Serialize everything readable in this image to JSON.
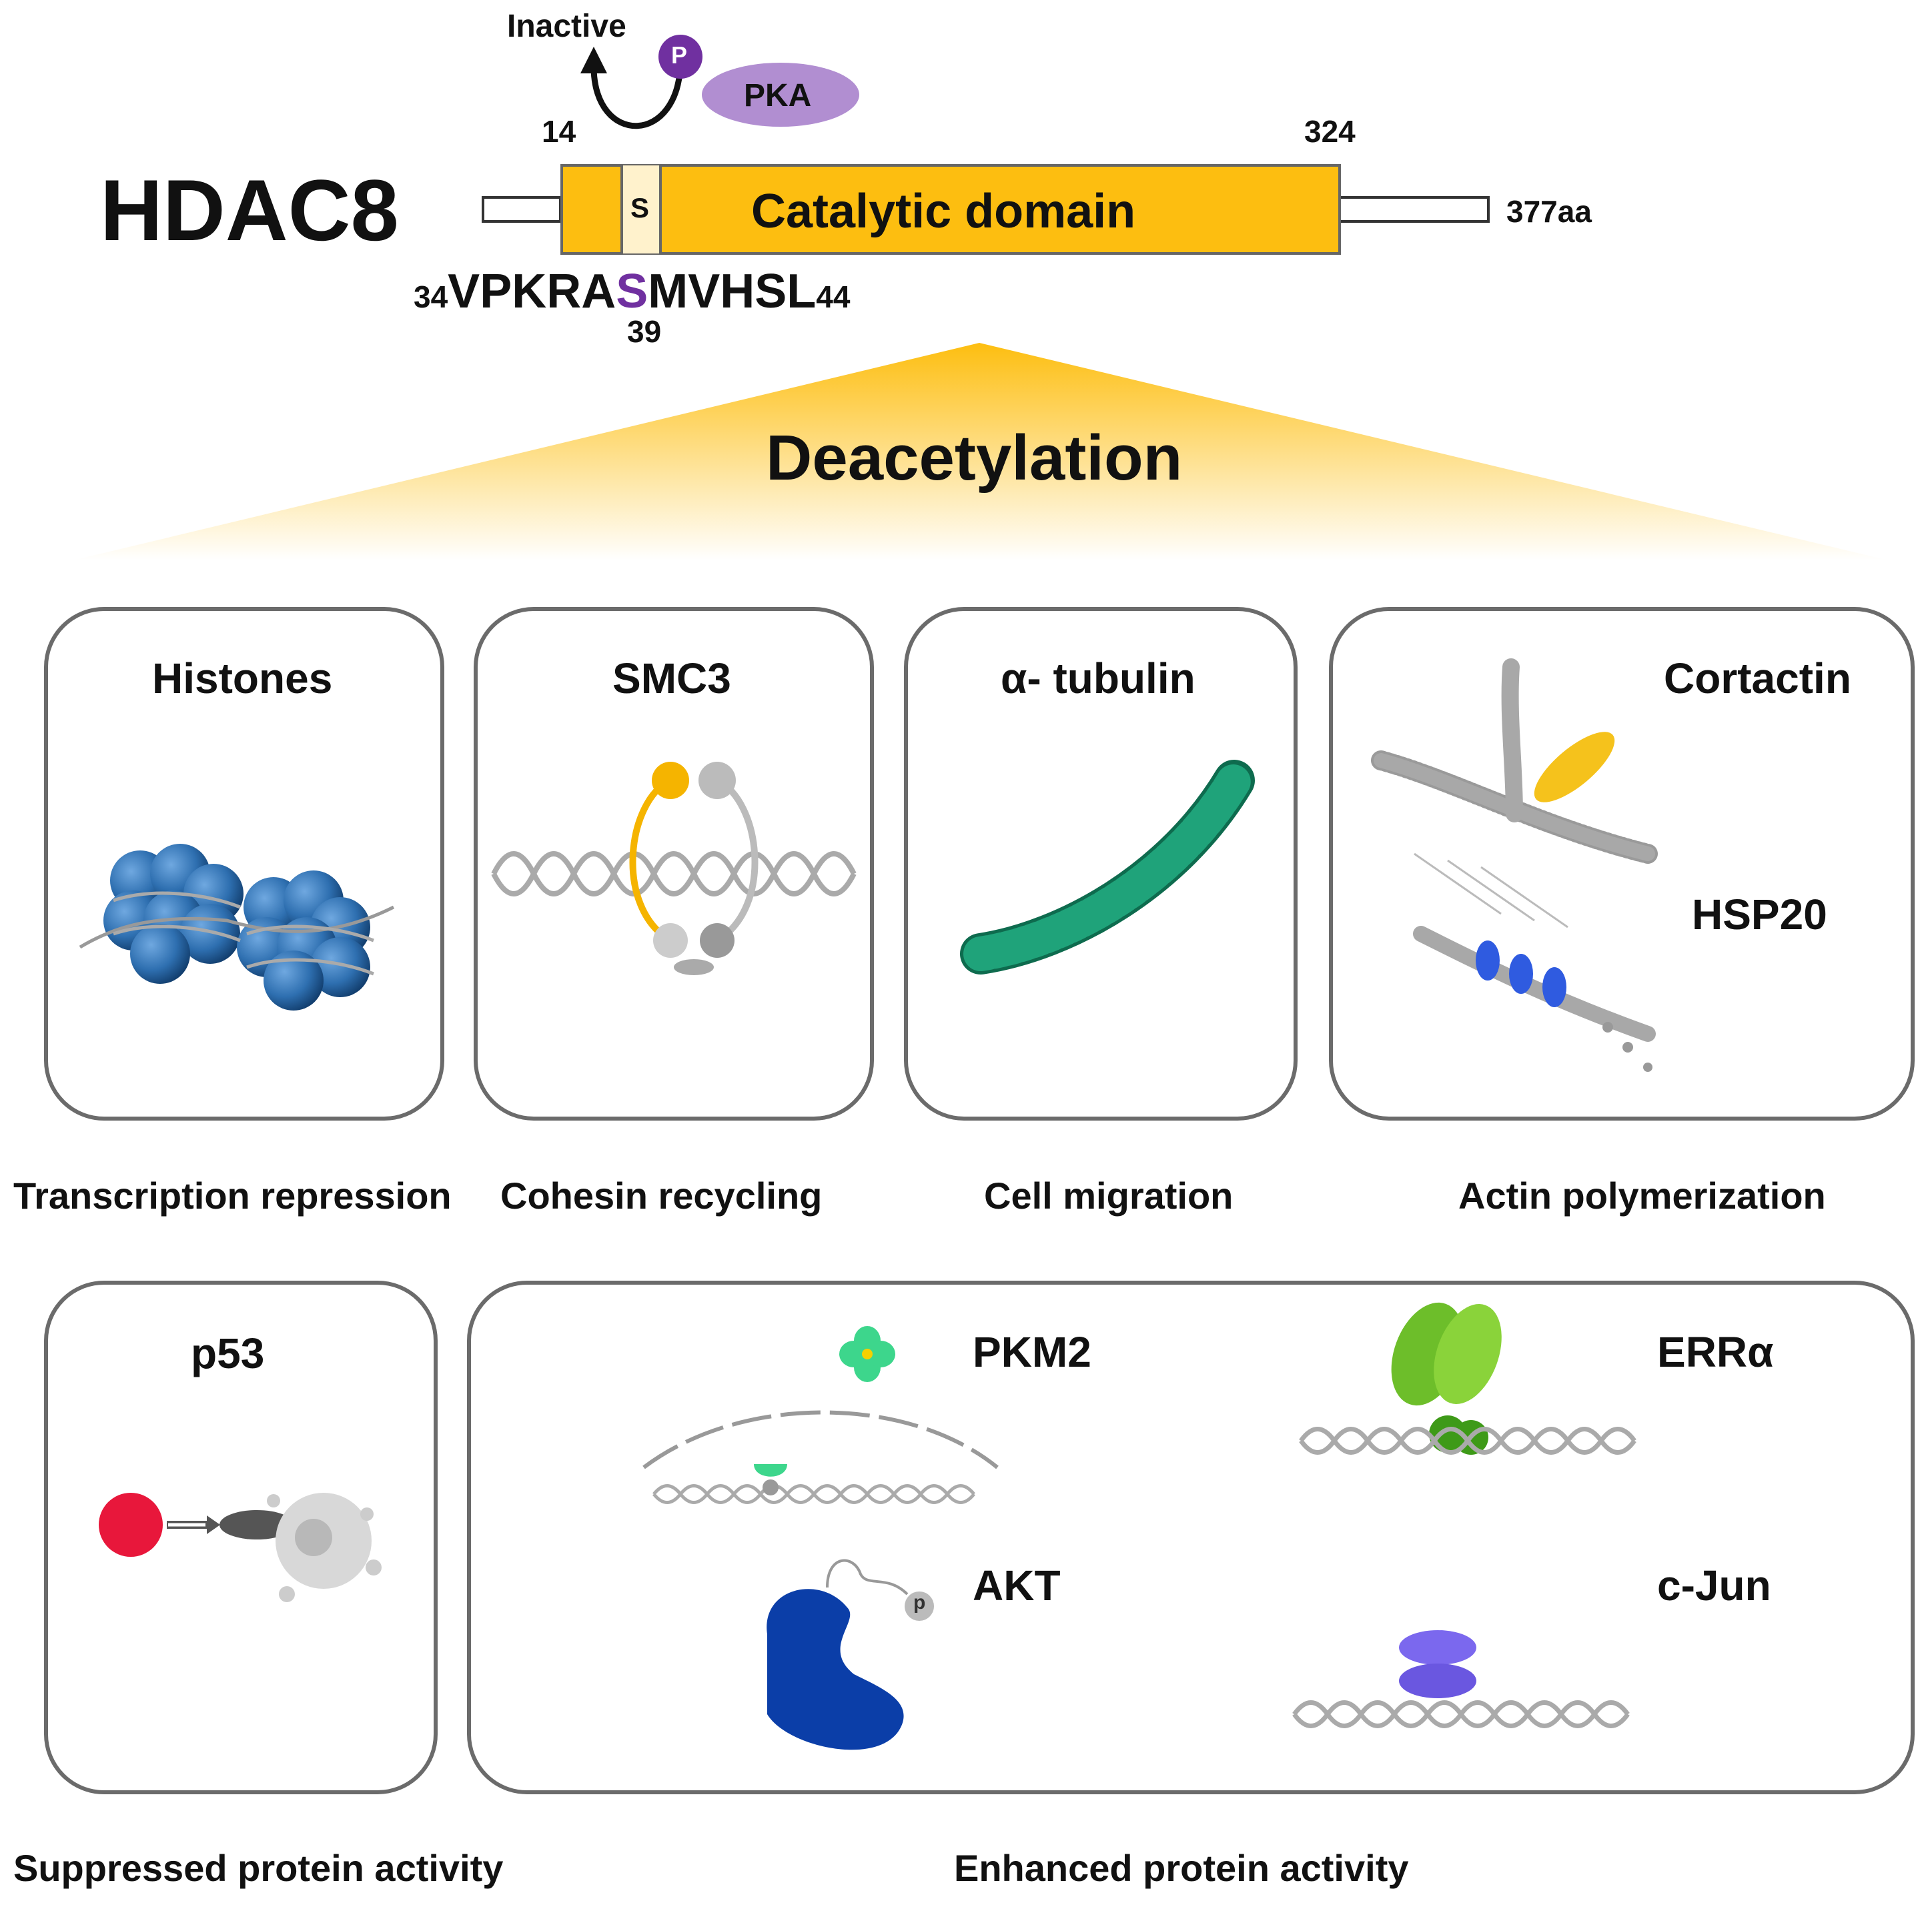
{
  "header": {
    "protein": "HDAC8",
    "inactive": "Inactive",
    "phospho": "P",
    "kinase": "PKA",
    "start_pos": "14",
    "end_pos": "324",
    "length": "377aa",
    "site": "S",
    "domain": "Catalytic domain",
    "seq_start": "34",
    "seq_pre": "VPKRA",
    "seq_site": "S",
    "seq_post": "MVHSL",
    "seq_end": "44",
    "site_pos": "39"
  },
  "deacetylation": "Deacetylation",
  "panels_top": [
    {
      "title": "Histones",
      "caption": "Transcription repression"
    },
    {
      "title": "SMC3",
      "caption": "Cohesin recycling"
    },
    {
      "title": "α- tubulin",
      "caption": "Cell migration"
    },
    {
      "title": "Cortactin",
      "title2": "HSP20",
      "caption": "Actin polymerization"
    }
  ],
  "panels_bottom": {
    "left": {
      "title": "p53",
      "caption": "Suppressed protein activity"
    },
    "right": {
      "items": [
        "PKM2",
        "ERRα",
        "AKT",
        "c-Jun"
      ],
      "akt_phospho": "p",
      "caption": "Enhanced protein activity"
    }
  },
  "colors": {
    "domain": "#FDBE10",
    "phospho": "#7030A0",
    "pka": "#B18ED1",
    "panel_border": "#6b6b6b",
    "histone": "#2E6FB0",
    "tubulin": "#1FA37A",
    "akt": "#0B3EA8",
    "p53": "#E8173B"
  }
}
